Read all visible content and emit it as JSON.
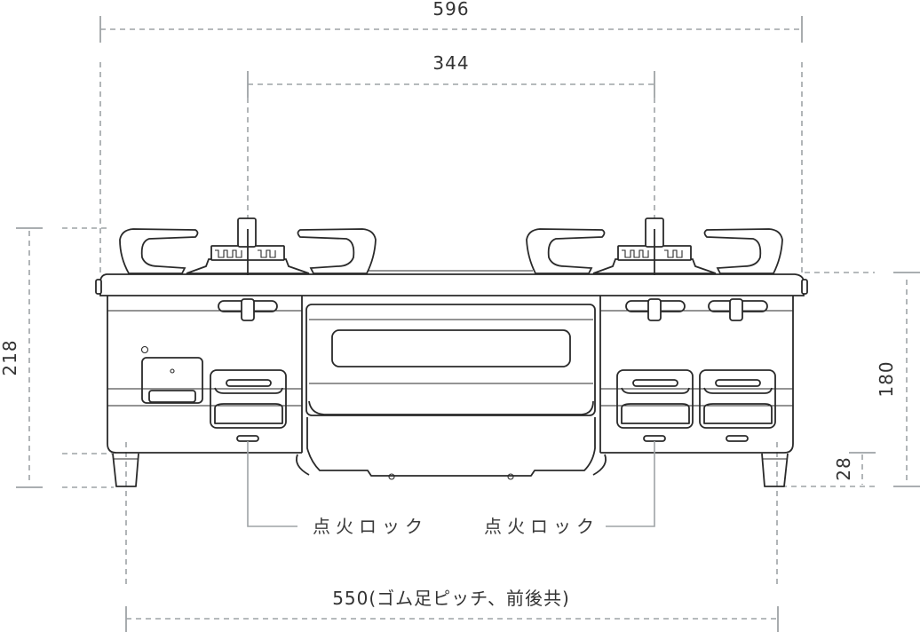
{
  "drawing": {
    "title": "Gas stove front elevation dimension drawing",
    "units": "mm",
    "dimensions": {
      "overall_width": "596",
      "burner_pitch": "344",
      "overall_height": "218",
      "body_height": "180",
      "foot_height": "28",
      "foot_pitch": "550(ゴム足ピッチ、前後共)"
    },
    "callouts": {
      "left_ignition_lock": "点火ロック",
      "right_ignition_lock": "点火ロック"
    },
    "colors": {
      "dimension_line": "#9ea3a6",
      "outline": "#2a2a2a",
      "text": "#333333"
    }
  }
}
